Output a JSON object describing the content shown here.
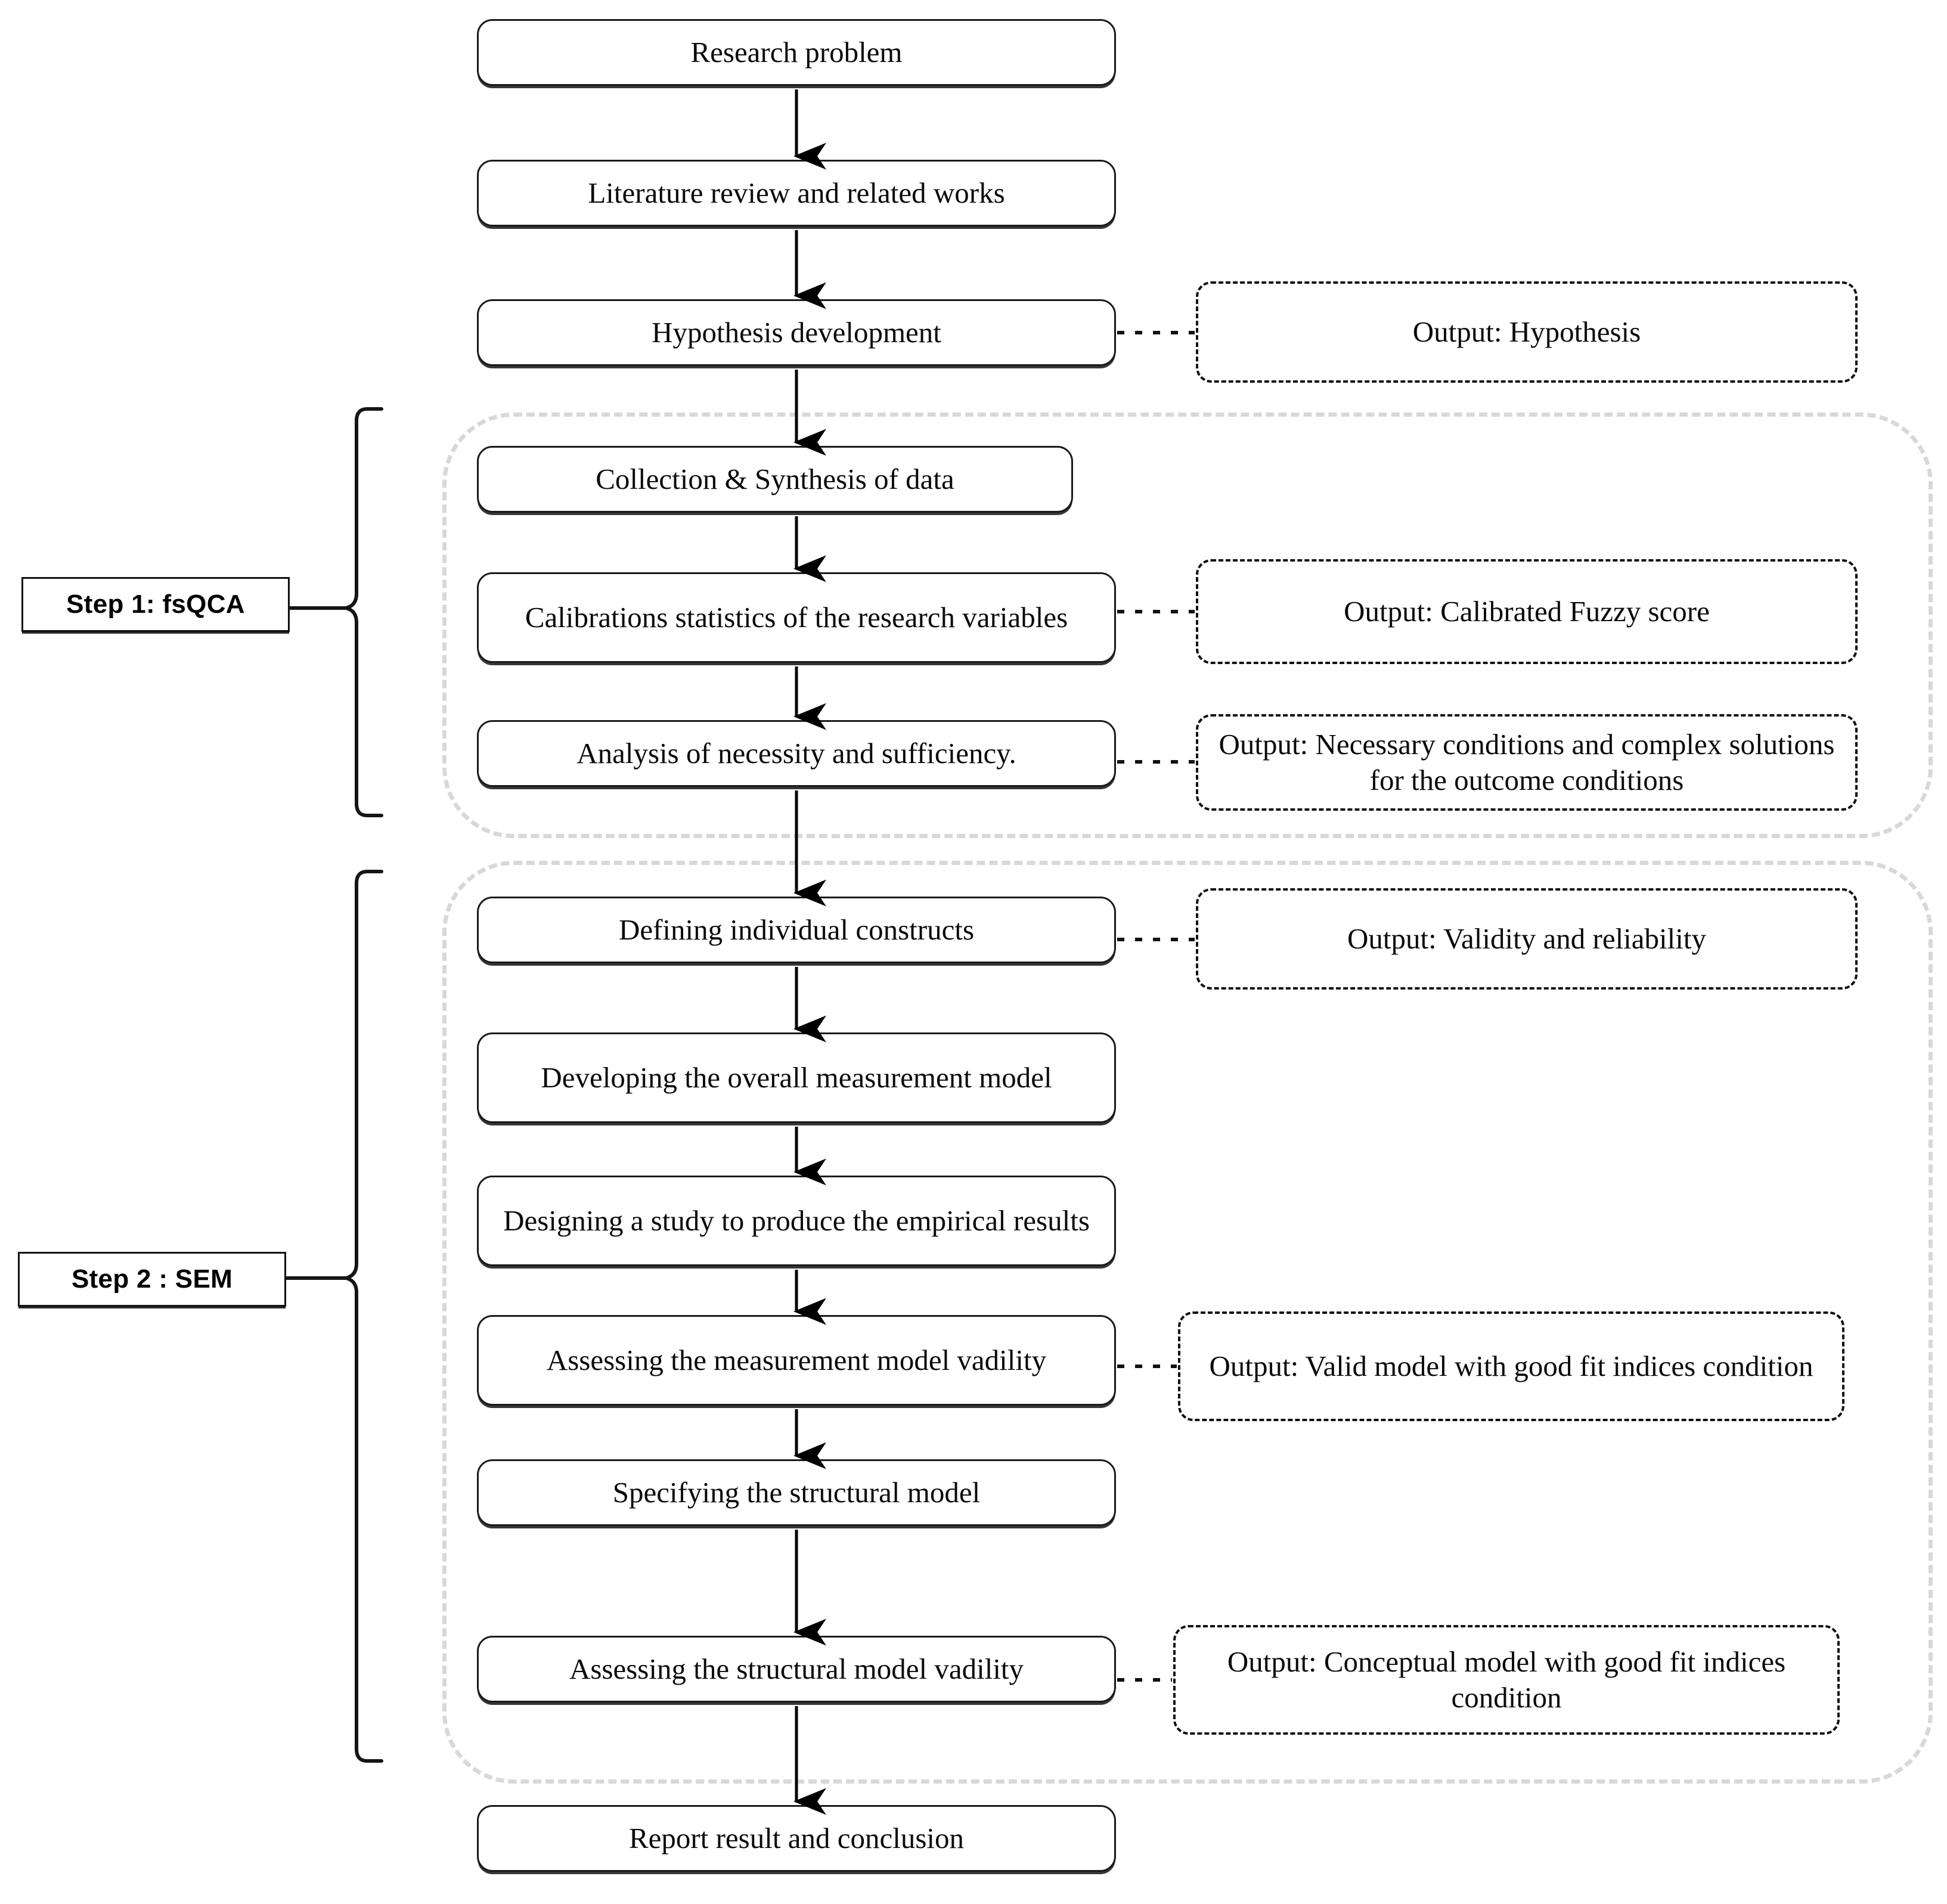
{
  "diagram": {
    "title": "Research methodology flowchart",
    "type": "flowchart",
    "orientation": "vertical",
    "colors": {
      "box_border": "#1a1a1a",
      "output_border": "#111111",
      "region_border": "#d8d8d8",
      "arrow": "#000000",
      "background": "#ffffff",
      "text": "#0a0a0a"
    }
  },
  "process_nodes": [
    {
      "id": "n1",
      "label": "Research problem"
    },
    {
      "id": "n2",
      "label": "Literature review and related works"
    },
    {
      "id": "n3",
      "label": "Hypothesis development"
    },
    {
      "id": "n4",
      "label": "Collection & Synthesis of data"
    },
    {
      "id": "n5",
      "label": "Calibrations statistics of the research variables"
    },
    {
      "id": "n6",
      "label": "Analysis of necessity and sufficiency."
    },
    {
      "id": "n7",
      "label": "Defining individual constructs"
    },
    {
      "id": "n8",
      "label": "Developing the overall measurement model"
    },
    {
      "id": "n9",
      "label": "Designing a study to produce the empirical results"
    },
    {
      "id": "n10",
      "label": "Assessing the measurement model vadility"
    },
    {
      "id": "n11",
      "label": "Specifying the structural model"
    },
    {
      "id": "n12",
      "label": "Assessing the structural model vadility"
    },
    {
      "id": "n13",
      "label": "Report result and conclusion"
    }
  ],
  "output_nodes": [
    {
      "id": "o1",
      "label": "Output: Hypothesis",
      "source": "n3"
    },
    {
      "id": "o2",
      "label": "Output: Calibrated Fuzzy score",
      "source": "n5"
    },
    {
      "id": "o3",
      "label": "Output: Necessary conditions and complex solutions for the outcome conditions",
      "source": "n6"
    },
    {
      "id": "o4",
      "label": "Output: Validity and reliability",
      "source": "n7"
    },
    {
      "id": "o5",
      "label": "Output: Valid model with good fit indices condition",
      "source": "n10"
    },
    {
      "id": "o6",
      "label": "Output: Conceptual model with good fit indices condition",
      "source": "n12"
    }
  ],
  "step_labels": [
    {
      "id": "s1",
      "label": "Step 1: fsQCA",
      "covers": [
        "n4",
        "n5",
        "n6"
      ]
    },
    {
      "id": "s2",
      "label": "Step 2 : SEM",
      "covers": [
        "n7",
        "n8",
        "n9",
        "n10",
        "n11",
        "n12"
      ]
    }
  ],
  "flow_edges": [
    {
      "from": "n1",
      "to": "n2",
      "style": "solid-arrow"
    },
    {
      "from": "n2",
      "to": "n3",
      "style": "solid-arrow"
    },
    {
      "from": "n3",
      "to": "n4",
      "style": "solid-arrow"
    },
    {
      "from": "n4",
      "to": "n5",
      "style": "solid-arrow"
    },
    {
      "from": "n5",
      "to": "n6",
      "style": "solid-arrow"
    },
    {
      "from": "n6",
      "to": "n7",
      "style": "solid-arrow"
    },
    {
      "from": "n7",
      "to": "n8",
      "style": "solid-arrow"
    },
    {
      "from": "n8",
      "to": "n9",
      "style": "solid-arrow"
    },
    {
      "from": "n9",
      "to": "n10",
      "style": "solid-arrow"
    },
    {
      "from": "n10",
      "to": "n11",
      "style": "solid-arrow"
    },
    {
      "from": "n11",
      "to": "n12",
      "style": "solid-arrow"
    },
    {
      "from": "n12",
      "to": "n13",
      "style": "solid-arrow"
    },
    {
      "from": "n3",
      "to": "o1",
      "style": "dotted"
    },
    {
      "from": "n5",
      "to": "o2",
      "style": "dotted"
    },
    {
      "from": "n6",
      "to": "o3",
      "style": "dotted"
    },
    {
      "from": "n7",
      "to": "o4",
      "style": "dotted"
    },
    {
      "from": "n10",
      "to": "o5",
      "style": "dotted"
    },
    {
      "from": "n12",
      "to": "o6",
      "style": "dotted"
    }
  ]
}
